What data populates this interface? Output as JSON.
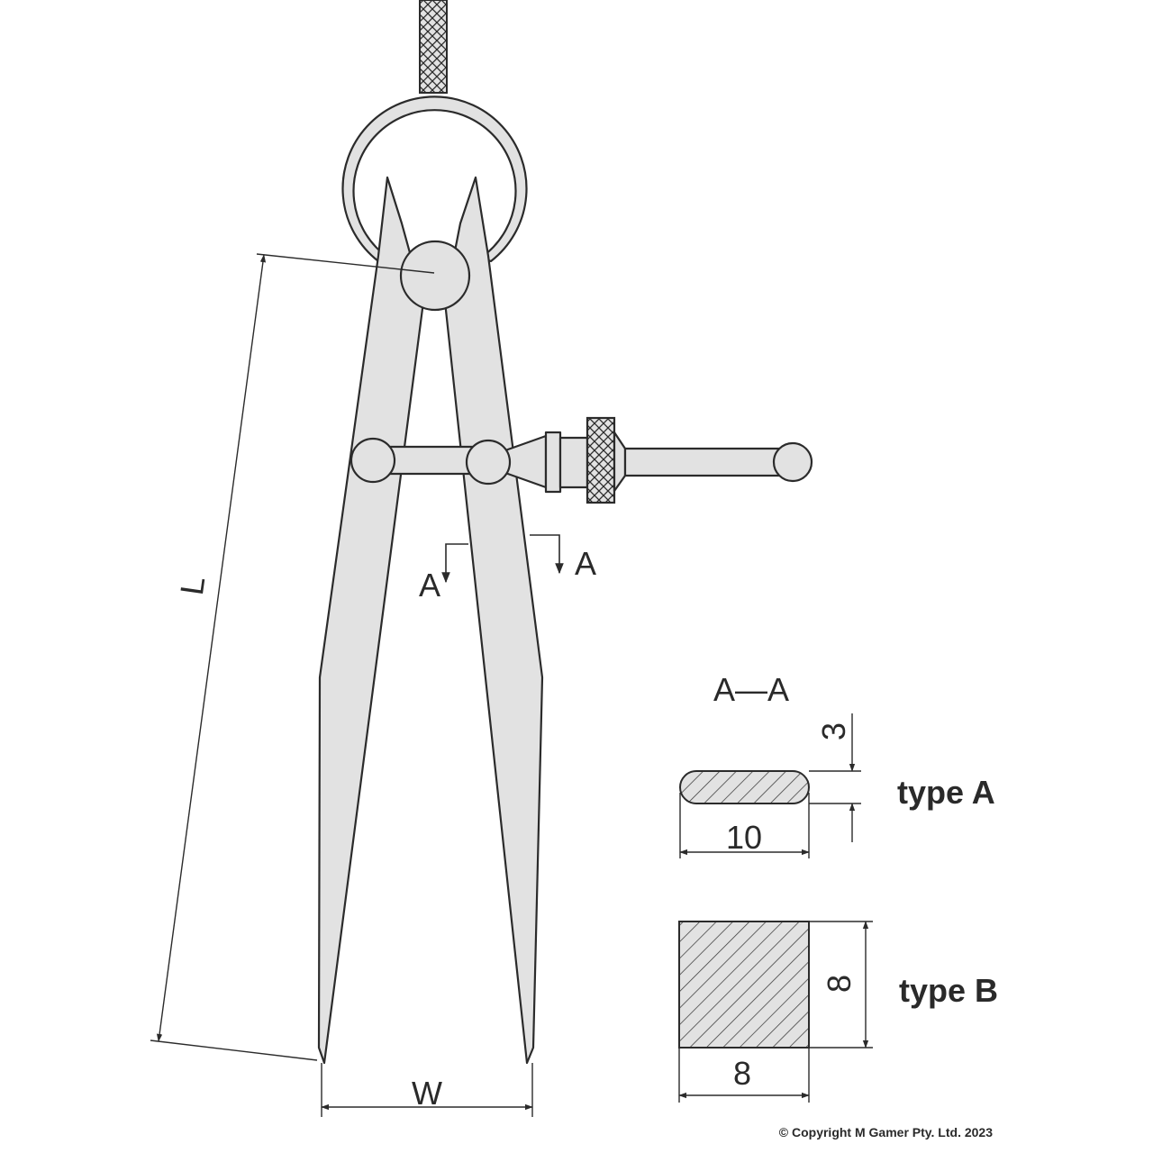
{
  "diagram": {
    "dimension_labels": {
      "length": "L",
      "width": "W"
    },
    "section": {
      "marker_left": "A",
      "marker_right": "A",
      "title": "A—A"
    },
    "type_a": {
      "label": "type A",
      "width_value": "10",
      "thickness_value": "3"
    },
    "type_b": {
      "label": "type B",
      "width_value": "8",
      "height_value": "8"
    },
    "copyright": "© Copyright M Gamer Pty. Ltd. 2023"
  },
  "colors": {
    "metal_fill": "#e2e2e2",
    "outline": "#2b2b2b",
    "hatch": "#3a3a3a"
  }
}
